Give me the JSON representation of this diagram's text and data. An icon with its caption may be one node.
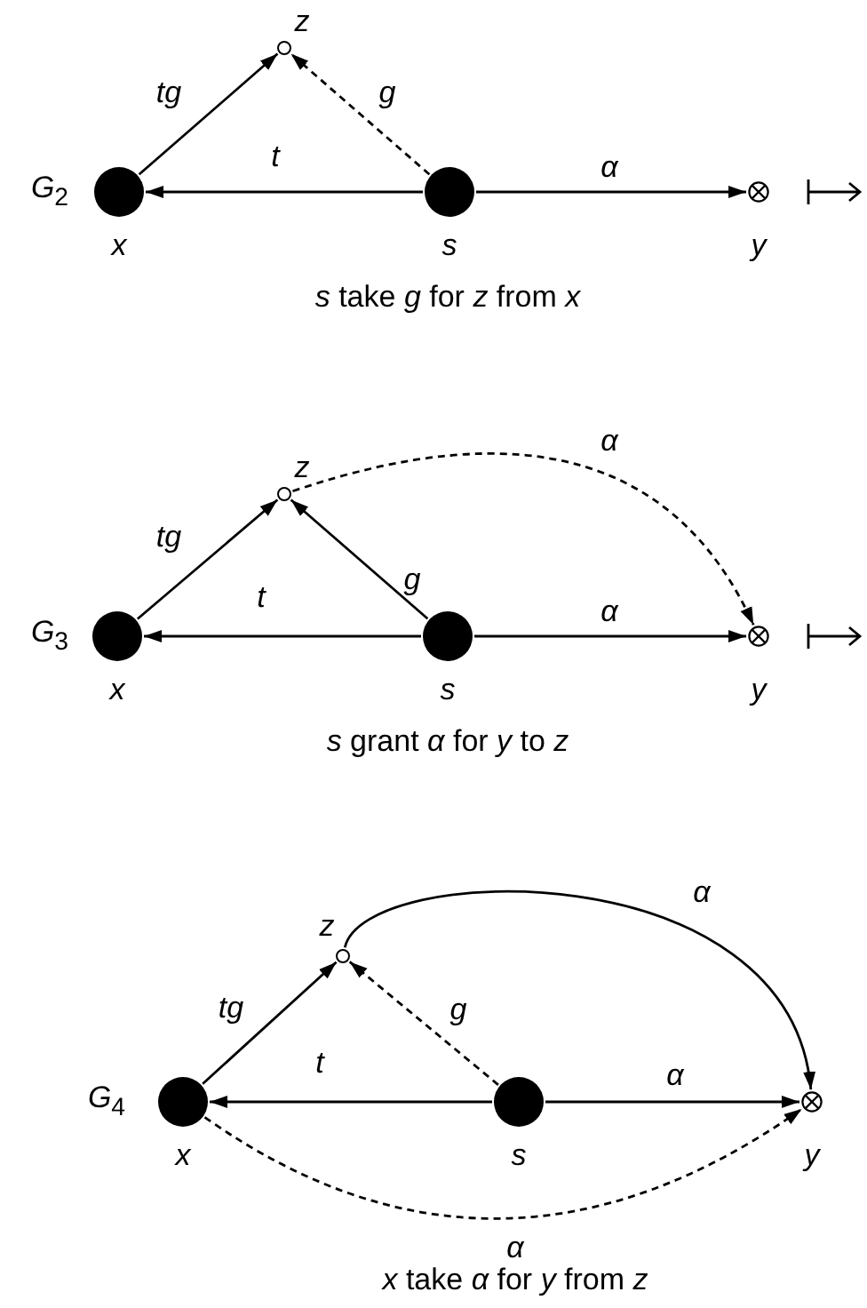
{
  "diagram": {
    "nodes": [
      {
        "text": [],
        "shape": "circle",
        "beside": [
          "z"
        ]
      },
      {
        "text": [],
        "shape": "circle",
        "beside": [
          "x"
        ]
      },
      {
        "text": [],
        "shape": "circle",
        "beside": [
          "s"
        ]
      },
      {
        "text": [],
        "shape": "circle",
        "beside": [
          "y"
        ]
      },
      {
        "text": [],
        "shape": "circle",
        "beside": [
          "z"
        ]
      },
      {
        "text": [],
        "shape": "circle",
        "beside": [
          "x"
        ]
      },
      {
        "text": [],
        "shape": "circle",
        "beside": [
          "s"
        ]
      },
      {
        "text": [],
        "shape": "circle",
        "beside": [
          "y"
        ]
      },
      {
        "text": [],
        "shape": "circle",
        "beside": [
          "z"
        ]
      },
      {
        "text": [],
        "shape": "circle",
        "beside": [
          "x"
        ]
      },
      {
        "text": [],
        "shape": "circle",
        "beside": [
          "s"
        ]
      },
      {
        "text": [],
        "shape": "circle",
        "beside": [
          "y"
        ]
      }
    ],
    "edges": [
      {
        "from": 1,
        "to": 0,
        "arrow": "to",
        "label": "tg"
      },
      {
        "from": 2,
        "to": 0,
        "arrow": "to",
        "label": "g",
        "style": "dashed"
      },
      {
        "from": 2,
        "to": 1,
        "arrow": "to",
        "label": "t"
      },
      {
        "from": 2,
        "to": 3,
        "arrow": "to",
        "label": "α"
      },
      {
        "from": 5,
        "to": 4,
        "arrow": "to",
        "label": "tg"
      },
      {
        "from": 6,
        "to": 4,
        "arrow": "to",
        "label": "g"
      },
      {
        "from": 6,
        "to": 5,
        "arrow": "to",
        "label": "t"
      },
      {
        "from": 6,
        "to": 7,
        "arrow": "to",
        "label": "α"
      },
      {
        "from": 4,
        "to": 7,
        "arrow": "to",
        "label": "α",
        "style": "dashed"
      },
      {
        "from": 9,
        "to": 8,
        "arrow": "to",
        "label": "tg"
      },
      {
        "from": 10,
        "to": 8,
        "arrow": "to",
        "label": "g",
        "style": "dashed"
      },
      {
        "from": 10,
        "to": 9,
        "arrow": "to",
        "label": "t"
      },
      {
        "from": 10,
        "to": 11,
        "arrow": "to",
        "label": "α"
      },
      {
        "from": 8,
        "to": 11,
        "arrow": "to",
        "label": "α"
      },
      {
        "from": 9,
        "to": 11,
        "arrow": "to",
        "label": "α",
        "style": "dashed"
      }
    ],
    "labels": [
      "*G*$_{2}$",
      "*s* take *g* for *z* from *x*",
      "*G*$_{3}$",
      "*s* grant *α* for *y* to *z*",
      "*G*$_{4}$",
      "*x* take *α* for *y* from *z*"
    ]
  }
}
